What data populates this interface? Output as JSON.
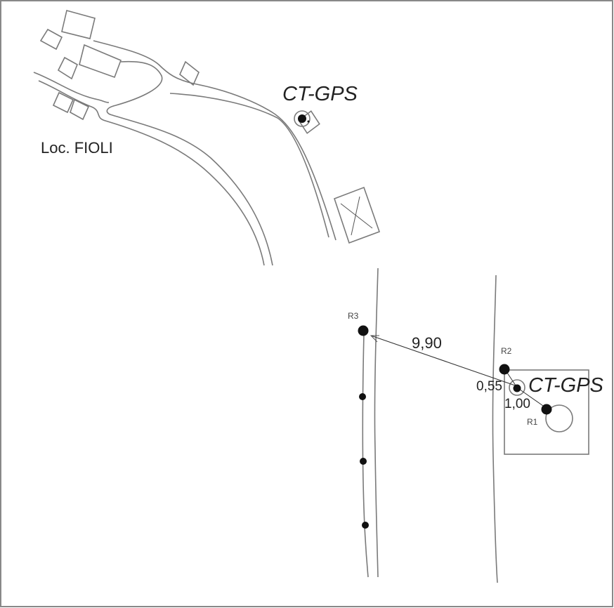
{
  "map": {
    "locality_label": "Loc. FIOLI",
    "station_top_label": "CT-GPS",
    "station_detail_label": "CT-GPS",
    "references": [
      {
        "id": "R1",
        "label": "R1"
      },
      {
        "id": "R2",
        "label": "R2"
      },
      {
        "id": "R3",
        "label": "R3"
      }
    ],
    "distances": {
      "ct_to_r3": "9,90",
      "ct_to_r2": "0,55",
      "ct_to_r1": "1,00"
    },
    "colors": {
      "line": "#7a7a7a",
      "marker": "#111111",
      "text": "#222222"
    }
  }
}
